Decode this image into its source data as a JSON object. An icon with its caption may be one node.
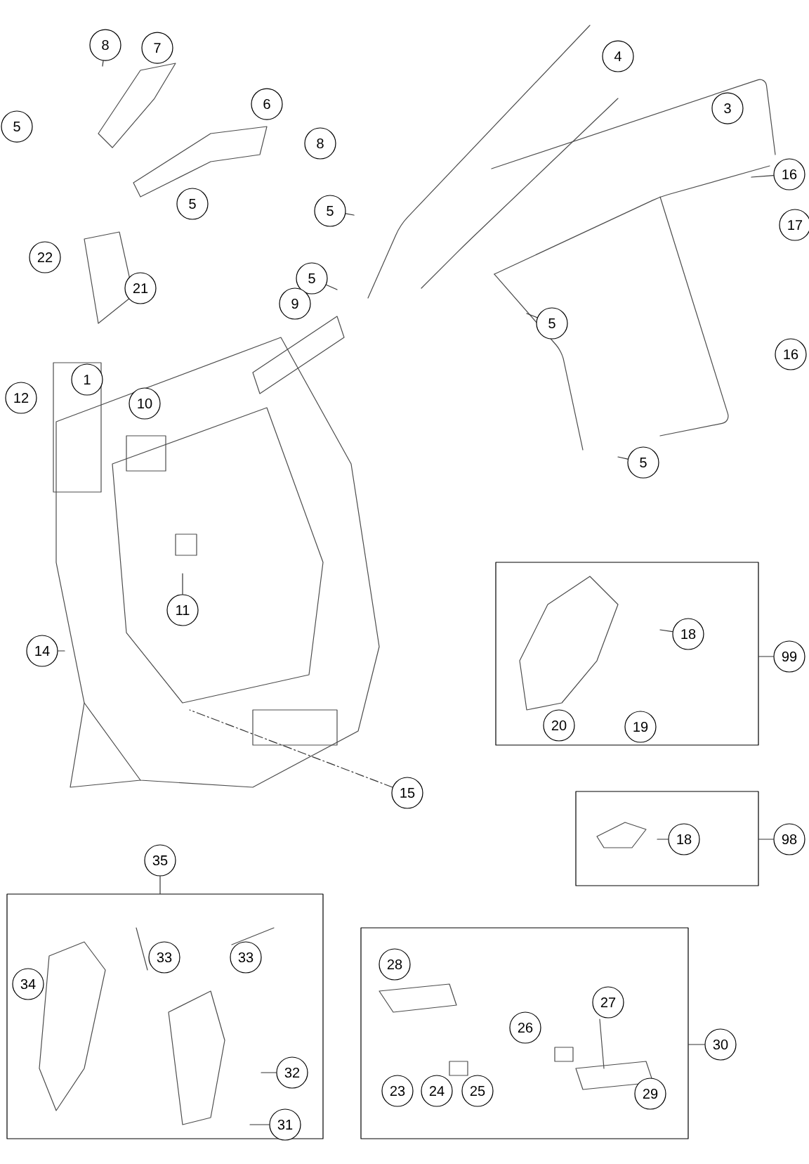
{
  "diagram": {
    "nodes": [
      {
        "text": [
          "8"
        ]
      },
      {
        "text": [
          "7"
        ]
      },
      {
        "text": [
          "5"
        ]
      },
      {
        "text": [
          "6"
        ]
      },
      {
        "text": [
          "8"
        ]
      },
      {
        "text": [
          "5"
        ]
      },
      {
        "text": [
          "4"
        ]
      },
      {
        "text": [
          "3"
        ]
      },
      {
        "text": [
          "16"
        ]
      },
      {
        "text": [
          "5"
        ]
      },
      {
        "text": [
          "17"
        ]
      },
      {
        "text": [
          "5"
        ]
      },
      {
        "text": [
          "5"
        ]
      },
      {
        "text": [
          "16"
        ]
      },
      {
        "text": [
          "5"
        ]
      },
      {
        "text": [
          "22"
        ]
      },
      {
        "text": [
          "21"
        ]
      },
      {
        "text": [
          "9"
        ]
      },
      {
        "text": [
          "12"
        ]
      },
      {
        "text": [
          "1"
        ]
      },
      {
        "text": [
          "10"
        ]
      },
      {
        "text": [
          "11"
        ]
      },
      {
        "text": [
          "14"
        ]
      },
      {
        "text": [],
        "shape": "box"
      },
      {
        "text": [
          "18"
        ],
        "in": 23
      },
      {
        "text": [
          "20"
        ],
        "in": 23
      },
      {
        "text": [
          "19"
        ],
        "in": 23
      },
      {
        "text": [
          "99"
        ]
      },
      {
        "text": [],
        "shape": "box"
      },
      {
        "text": [
          "18"
        ],
        "in": 28
      },
      {
        "text": [
          "98"
        ]
      },
      {
        "text": [
          "15"
        ]
      },
      {
        "text": [
          "35"
        ]
      },
      {
        "text": [],
        "shape": "box"
      },
      {
        "text": [
          "34"
        ],
        "in": 33
      },
      {
        "text": [
          "33"
        ],
        "in": 33
      },
      {
        "text": [
          "33"
        ],
        "in": 33
      },
      {
        "text": [
          "32"
        ],
        "in": 33
      },
      {
        "text": [
          "31"
        ],
        "in": 33
      },
      {
        "text": [],
        "shape": "box"
      },
      {
        "text": [
          "28"
        ],
        "in": 39
      },
      {
        "text": [
          "27"
        ],
        "in": 39
      },
      {
        "text": [
          "26"
        ],
        "in": 39
      },
      {
        "text": [
          "23"
        ],
        "in": 39
      },
      {
        "text": [
          "24"
        ],
        "in": 39
      },
      {
        "text": [
          "25"
        ],
        "in": 39
      },
      {
        "text": [
          "29"
        ],
        "in": 39
      },
      {
        "text": [
          "30"
        ]
      }
    ],
    "edges": [
      {
        "from": 27,
        "to": 23,
        "arrow": "none"
      },
      {
        "from": 30,
        "to": 28,
        "arrow": "none"
      },
      {
        "from": 32,
        "to": 33,
        "arrow": "none"
      },
      {
        "from": 47,
        "to": 39,
        "arrow": "none"
      },
      {
        "from": 0,
        "to": null,
        "arrow": "none"
      },
      {
        "from": 9,
        "to": null,
        "arrow": "none"
      },
      {
        "from": 11,
        "to": null,
        "arrow": "none"
      },
      {
        "from": 12,
        "to": null,
        "arrow": "none"
      },
      {
        "from": 14,
        "to": null,
        "arrow": "none"
      },
      {
        "from": 8,
        "to": null,
        "arrow": "none"
      },
      {
        "from": 31,
        "to": null,
        "arrow": "none",
        "style": "dashed"
      },
      {
        "from": 21,
        "to": null,
        "arrow": "none"
      },
      {
        "from": 22,
        "to": null,
        "arrow": "none"
      },
      {
        "from": 24,
        "to": null,
        "arrow": "none"
      },
      {
        "from": 29,
        "to": null,
        "arrow": "none"
      },
      {
        "from": 37,
        "to": null,
        "arrow": "none"
      },
      {
        "from": 38,
        "to": null,
        "arrow": "none"
      }
    ]
  }
}
